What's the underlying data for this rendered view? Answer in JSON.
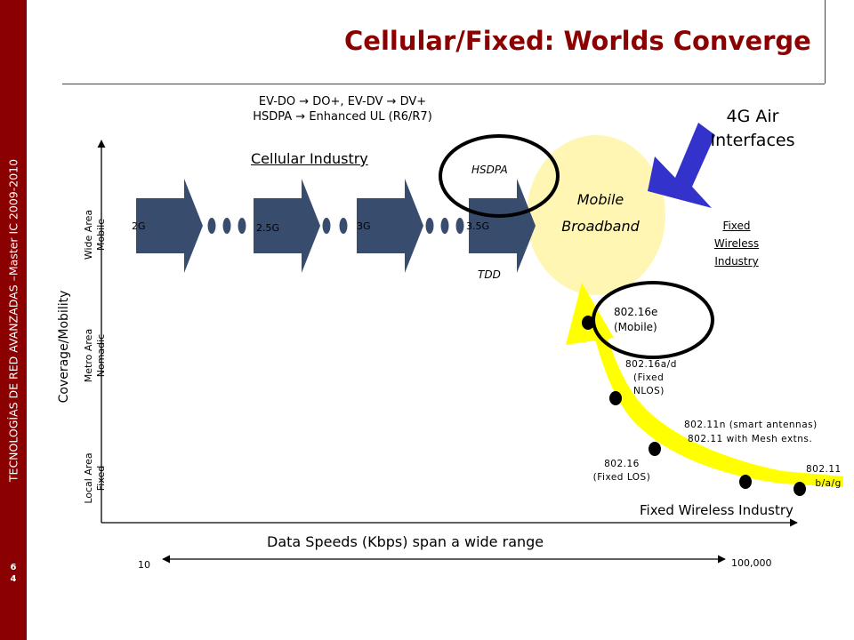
{
  "sidebar": {
    "text": "TECNOLOGÍAS DE RED AVANZADAS –Master IC 2009-2010",
    "page_number": [
      "6",
      "4"
    ]
  },
  "title": "Cellular/Fixed:  Worlds Converge",
  "evolution": {
    "line1": "EV-DO → DO+,  EV-DV → DV+",
    "line2": "HSDPA → Enhanced UL (R6/R7)"
  },
  "cellular_industry": "Cellular Industry ",
  "generations": [
    "2G",
    "2.5G",
    "3G",
    "3.5G"
  ],
  "hsdpa": "HSDPA",
  "tdd": "TDD",
  "mobile_broadband": {
    "line1": "Mobile",
    "line2": "Broadband"
  },
  "air_interfaces": {
    "line1": "4G Air",
    "line2": "Interfaces"
  },
  "fixed_wireless_label": {
    "line1": "Fixed ",
    "line2": "Wireless ",
    "line3": " Industry"
  },
  "y_axis": {
    "title": "Coverage/Mobility",
    "levels": [
      {
        "area": "Wide Area",
        "mode": "Mobile"
      },
      {
        "area": "Metro Area",
        "mode": "Nomadic"
      },
      {
        "area": "Local Area",
        "mode": "Fixed"
      }
    ]
  },
  "standards": {
    "s80216e": {
      "line1": "802.16e",
      "line2": "(Mobile)"
    },
    "s80216ad": {
      "line1": "802.16a/d",
      "line2": "(Fixed",
      "line3": "NLOS)"
    },
    "s80211n": {
      "line1": "802.11n  (smart antennas)",
      "line2": "802.11  with Mesh extns."
    },
    "s80216": {
      "line1": "802.16",
      "line2": "(Fixed LOS)"
    },
    "s80211": {
      "line1": "802.11",
      "line2": "b/a/g"
    }
  },
  "fixed_wireless_industry": "Fixed Wireless Industry",
  "x_axis": {
    "title": "Data Speeds (Kbps) span a wide range",
    "min_label": "10",
    "max_label": "100,000"
  },
  "colors": {
    "sidebar": "#8b0000",
    "title": "#8b0000",
    "block_arrow": "#384c6e",
    "ellipse_fill": "#fff6b4",
    "curve": "#ffff00",
    "air_arrow": "#3333cc"
  }
}
